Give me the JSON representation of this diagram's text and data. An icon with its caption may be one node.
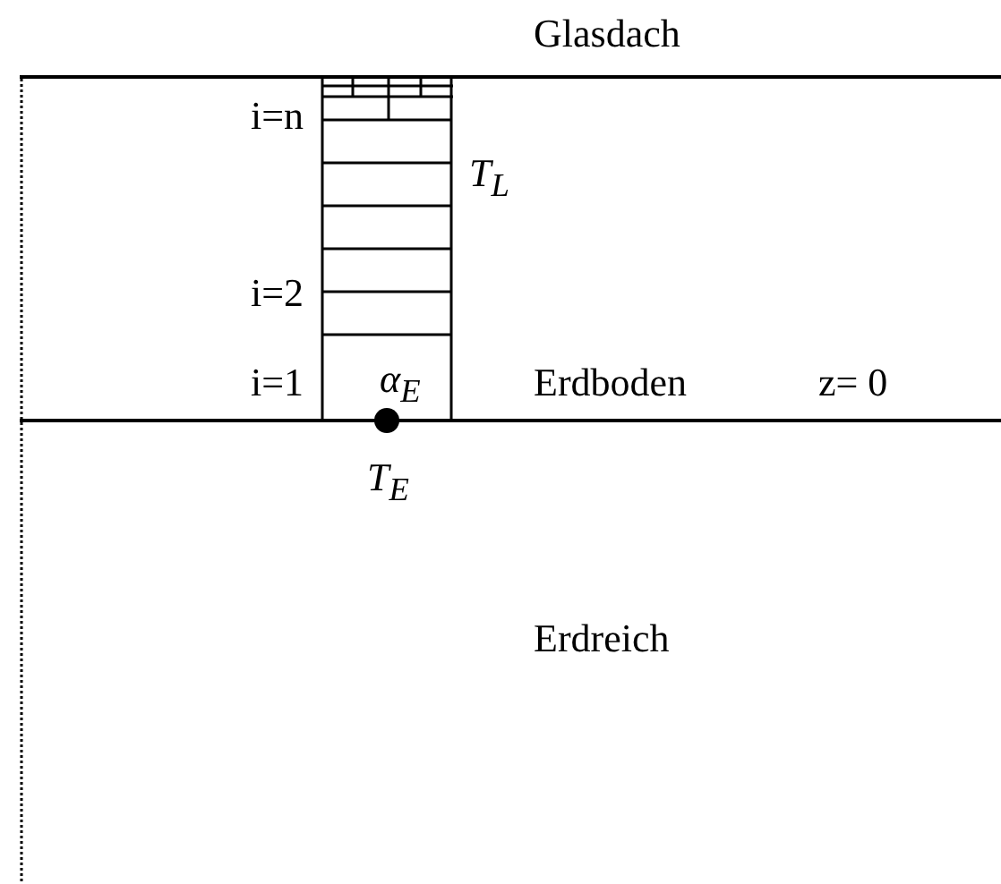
{
  "diagram": {
    "labels": [
      "Glasdach",
      "i=n",
      "T$_{L}$",
      "i=2",
      "i=1",
      "α$_{E}$",
      "Erdboden",
      "z= 0",
      "T$_{E}$",
      "Erdreich"
    ]
  }
}
